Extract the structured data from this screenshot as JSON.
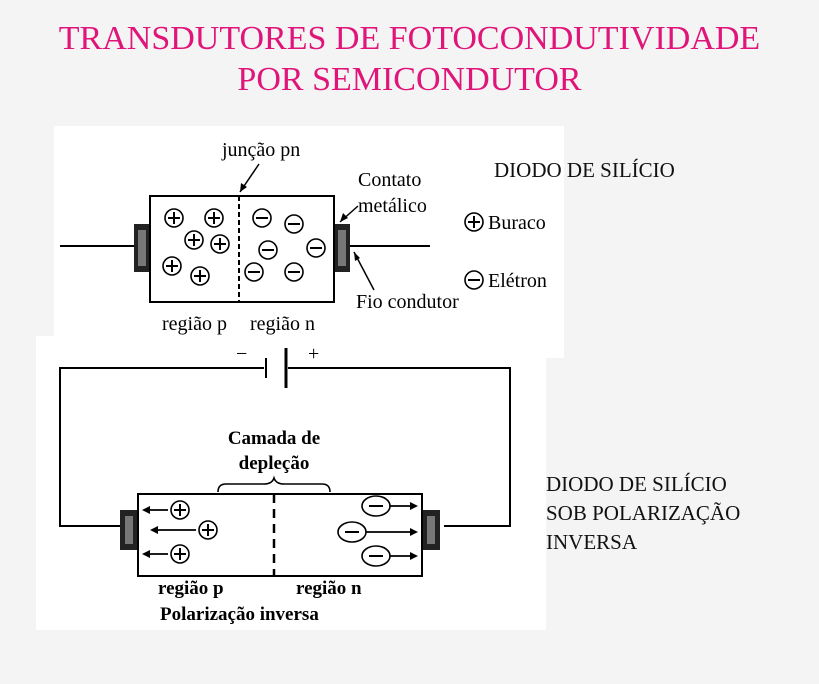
{
  "title": {
    "line1": "TRANSDUTORES DE FOTOCONDUTIVIDADE",
    "line2": "POR SEMICONDUTOR",
    "color": "#e0157a"
  },
  "top_diagram": {
    "caption": "DIODO DE SILÍCIO",
    "labels": {
      "junction": "junção pn",
      "contact_line1": "Contato",
      "contact_line2": "metálico",
      "wire": "Fio condutor",
      "region_p": "região p",
      "region_n": "região n",
      "legend_hole": "Buraco",
      "legend_electron": "Elétron"
    }
  },
  "bottom_diagram": {
    "caption_lines": [
      "DIODO DE SILÍCIO",
      "SOB POLARIZAÇÃO",
      "INVERSA"
    ],
    "labels": {
      "minus": "−",
      "plus": "+",
      "depletion_line1": "Camada de",
      "depletion_line2": "depleção",
      "region_p": "região p",
      "region_n": "região n",
      "bias": "Polarização inversa"
    }
  }
}
